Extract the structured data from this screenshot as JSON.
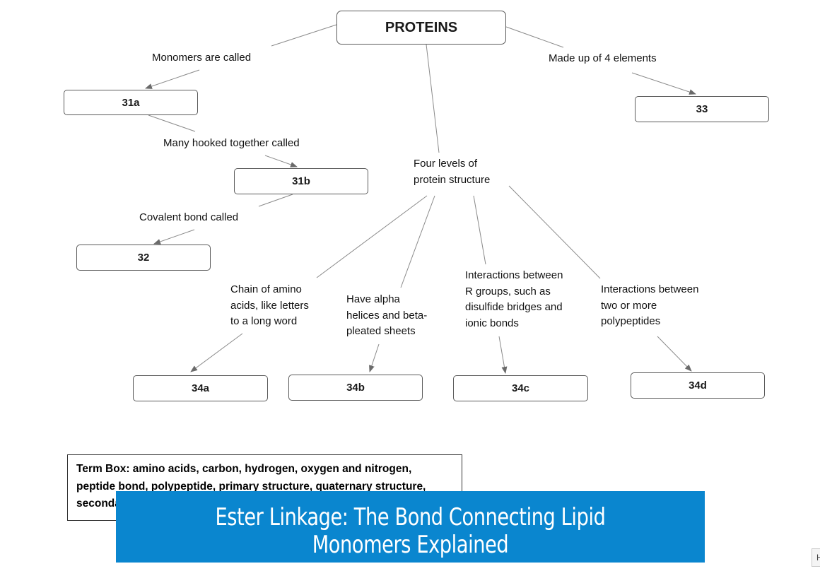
{
  "nodes": {
    "root": "PROTEINS",
    "n31a": "31a",
    "n31b": "31b",
    "n32": "32",
    "n33": "33",
    "n34a": "34a",
    "n34b": "34b",
    "n34c": "34c",
    "n34d": "34d"
  },
  "labels": {
    "monomers": "Monomers are called",
    "elements": "Made up of 4 elements",
    "hooked": "Many hooked together called",
    "covalent": "Covalent bond called",
    "levels": "Four levels of\nprotein structure",
    "chain": "Chain of amino\nacids, like letters\nto a long word",
    "alpha": "Have alpha\nhelices and beta-\npleated sheets",
    "rgroups": "Interactions between\nR groups, such as\ndisulfide bridges and\nionic bonds",
    "polypeptides": "Interactions between\ntwo or more\npolypeptides"
  },
  "term_box": "Term Box: amino acids, carbon, hydrogen, oxygen and nitrogen, peptide bond, polypeptide, primary structure, quaternary structure, seconda",
  "banner": {
    "title": "Ester Linkage: The Bond Connecting Lipid Monomers Explained",
    "color": "#0a86cf"
  },
  "corner_tab": "H"
}
